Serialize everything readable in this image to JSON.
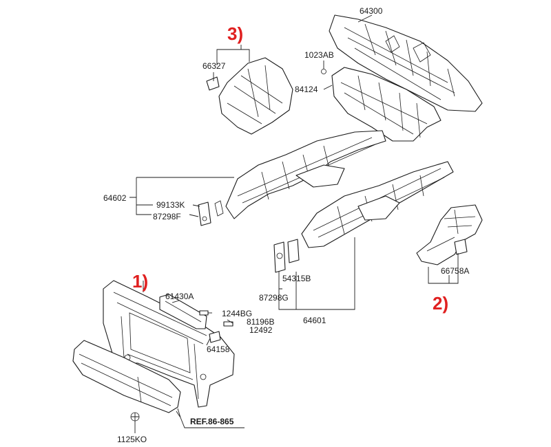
{
  "colors": {
    "callout": "#e02020",
    "line": "#1a1a1a"
  },
  "callouts": {
    "c1": "1)",
    "c2": "2)",
    "c3": "3)"
  },
  "labels": {
    "p64300": "64300",
    "p1023AB": "1023AB",
    "p84124": "84124",
    "p66327": "66327",
    "p64602": "64602",
    "p99133K": "99133K",
    "p87298F": "87298F",
    "p66758A": "66758A",
    "p54315B": "54315B",
    "p87298G": "87298G",
    "p64601": "64601",
    "p61430A": "61430A",
    "p1244BG": "1244BG",
    "p81196B": "81196B",
    "p12492": "12492",
    "p64158": "64158",
    "p1125KO": "1125KO",
    "ref": "REF.86-865"
  }
}
